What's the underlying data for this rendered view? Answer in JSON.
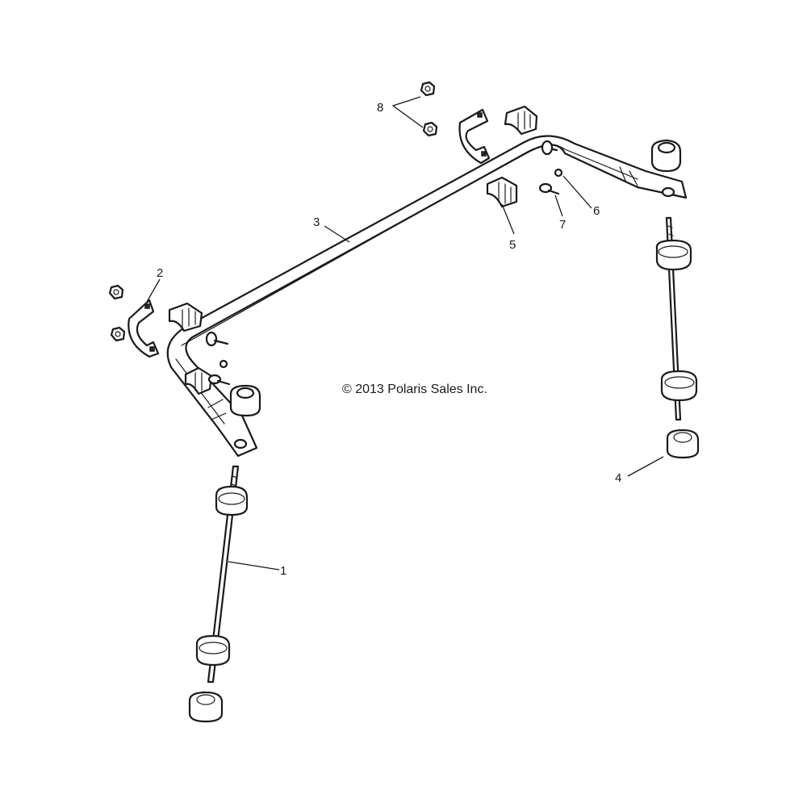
{
  "copyright": "© 2013 Polaris Sales Inc.",
  "callouts": {
    "c1": "1",
    "c2": "2",
    "c3": "3",
    "c4": "4",
    "c5": "5",
    "c6": "6",
    "c7": "7",
    "c8": "8"
  },
  "colors": {
    "line": "#1a1a1a",
    "background": "#ffffff"
  }
}
